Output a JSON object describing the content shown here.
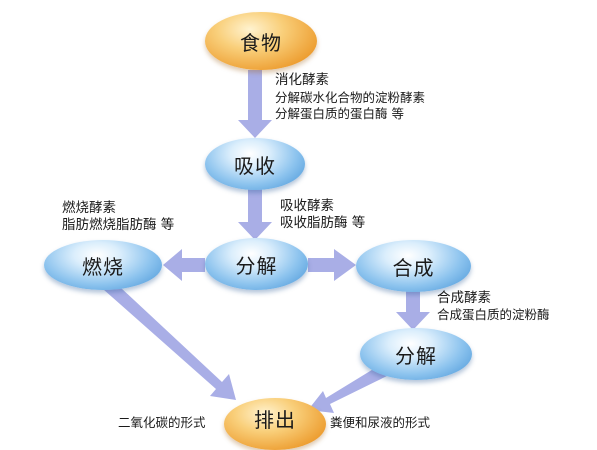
{
  "nodes": {
    "food": "食物",
    "absorb": "吸收",
    "decompose_center": "分解",
    "burn": "燃烧",
    "synthesize": "合成",
    "decompose_right": "分解",
    "excrete": "排出"
  },
  "labels": {
    "digest_enzyme": "消化酵素",
    "digest_line1": "分解碳水化合物的淀粉酵素",
    "digest_line2": "分解蛋白质的蛋白酶 等",
    "absorb_enzyme": "吸收酵素",
    "absorb_line1": "吸收脂肪酶 等",
    "burn_enzyme": "燃烧酵素",
    "burn_line1": "脂肪燃烧脂肪酶 等",
    "synth_enzyme": "合成酵素",
    "synth_line1": "合成蛋白质的淀粉酶",
    "co2_form": "二氧化碳的形式",
    "feces_form": "粪便和尿液的形式"
  },
  "colors": {
    "arrow": "#a9aee6",
    "orange_node": "#ec9a2c",
    "blue_node": "#3f8fd4"
  }
}
